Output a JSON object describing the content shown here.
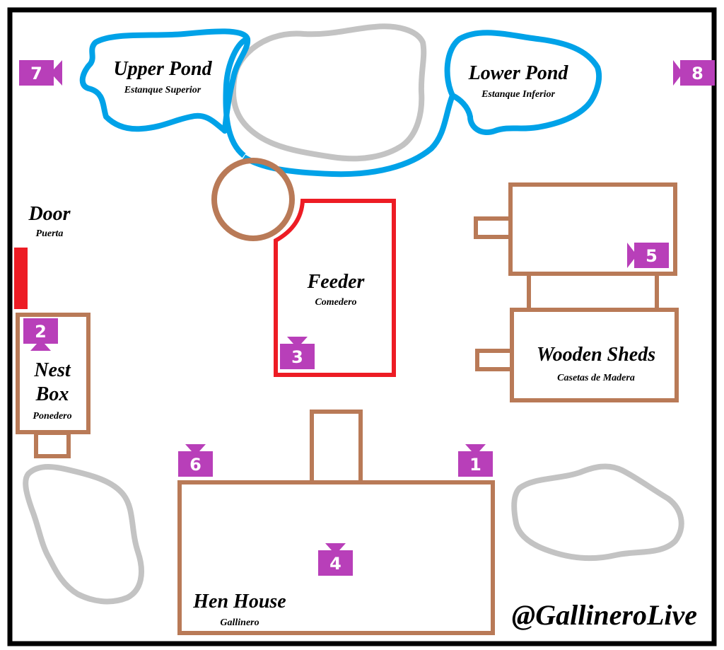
{
  "colors": {
    "border": "#000000",
    "water": "#00a2e8",
    "island": "#c3c3c3",
    "wood": "#b97a57",
    "feeder": "#ed1c24",
    "door": "#ed1c24",
    "camera": "#b83fb9"
  },
  "labels": {
    "upper_pond": {
      "en": "Upper Pond",
      "es": "Estanque Superior"
    },
    "lower_pond": {
      "en": "Lower Pond",
      "es": "Estanque Inferior"
    },
    "door": {
      "en": "Door",
      "es": "Puerta"
    },
    "feeder": {
      "en": "Feeder",
      "es": "Comedero"
    },
    "nest_box": {
      "en1": "Nest",
      "en2": "Box",
      "es": "Ponedero"
    },
    "wooden_sheds": {
      "en": "Wooden Sheds",
      "es": "Casetas de Madera"
    },
    "hen_house": {
      "en": "Hen House",
      "es": "Gallinero"
    }
  },
  "cameras": [
    {
      "number": "1",
      "facing": "down"
    },
    {
      "number": "2",
      "facing": "down"
    },
    {
      "number": "3",
      "facing": "up"
    },
    {
      "number": "4",
      "facing": "up"
    },
    {
      "number": "5",
      "facing": "left"
    },
    {
      "number": "6",
      "facing": "up"
    },
    {
      "number": "7",
      "facing": "right"
    },
    {
      "number": "8",
      "facing": "left"
    }
  ],
  "watermark": "@GallineroLive"
}
